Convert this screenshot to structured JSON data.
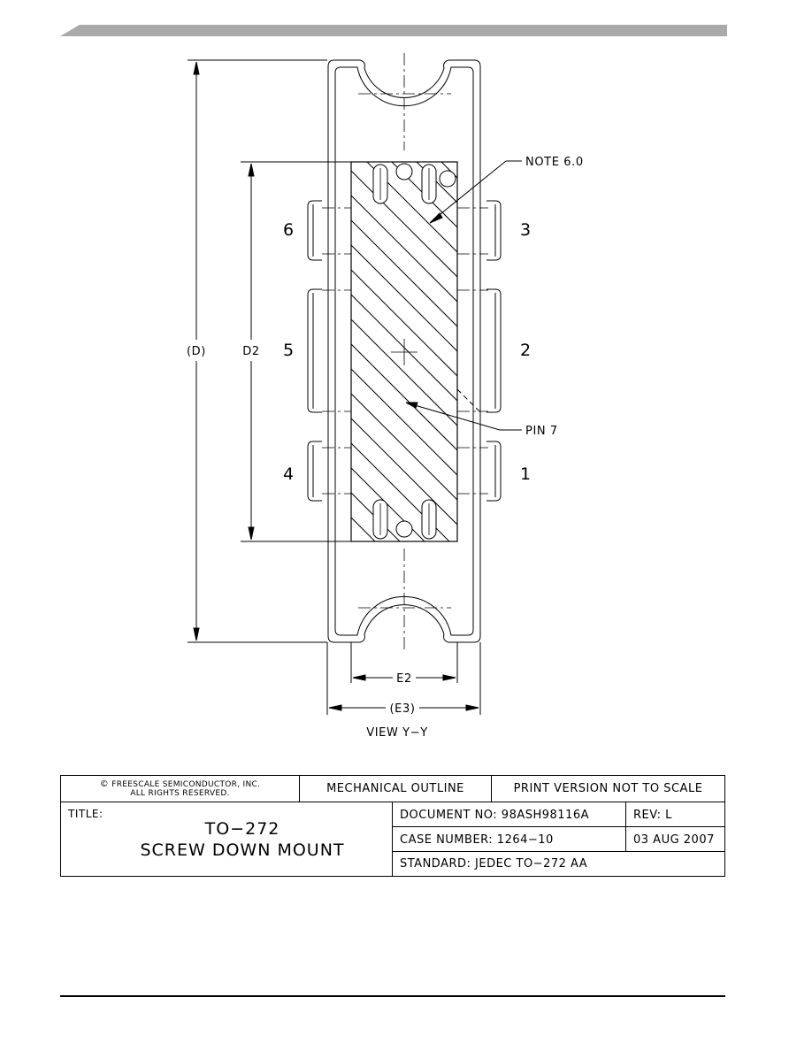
{
  "drawing": {
    "note_label": "NOTE 6.0",
    "pin7_label": "PIN 7",
    "dim_D": "(D)",
    "dim_D2": "D2",
    "dim_E2": "E2",
    "dim_E3": "(E3)",
    "view_label": "VIEW Y−Y",
    "pins": {
      "p1": "1",
      "p2": "2",
      "p3": "3",
      "p4": "4",
      "p5": "5",
      "p6": "6"
    }
  },
  "title_block": {
    "copyright_line1": "FREESCALE SEMICONDUCTOR, INC.",
    "copyright_line2": "ALL RIGHTS RESERVED.",
    "mechanical_outline": "MECHANICAL OUTLINE",
    "print_version": "PRINT VERSION NOT TO SCALE",
    "title_label": "TITLE:",
    "title_line1": "TO−272",
    "title_line2": "SCREW DOWN MOUNT",
    "document_no": "DOCUMENT NO: 98ASH98116A",
    "rev": "REV: L",
    "case_number": "CASE NUMBER: 1264−10",
    "date": "03 AUG 2007",
    "standard": "STANDARD: JEDEC TO−272 AA"
  }
}
